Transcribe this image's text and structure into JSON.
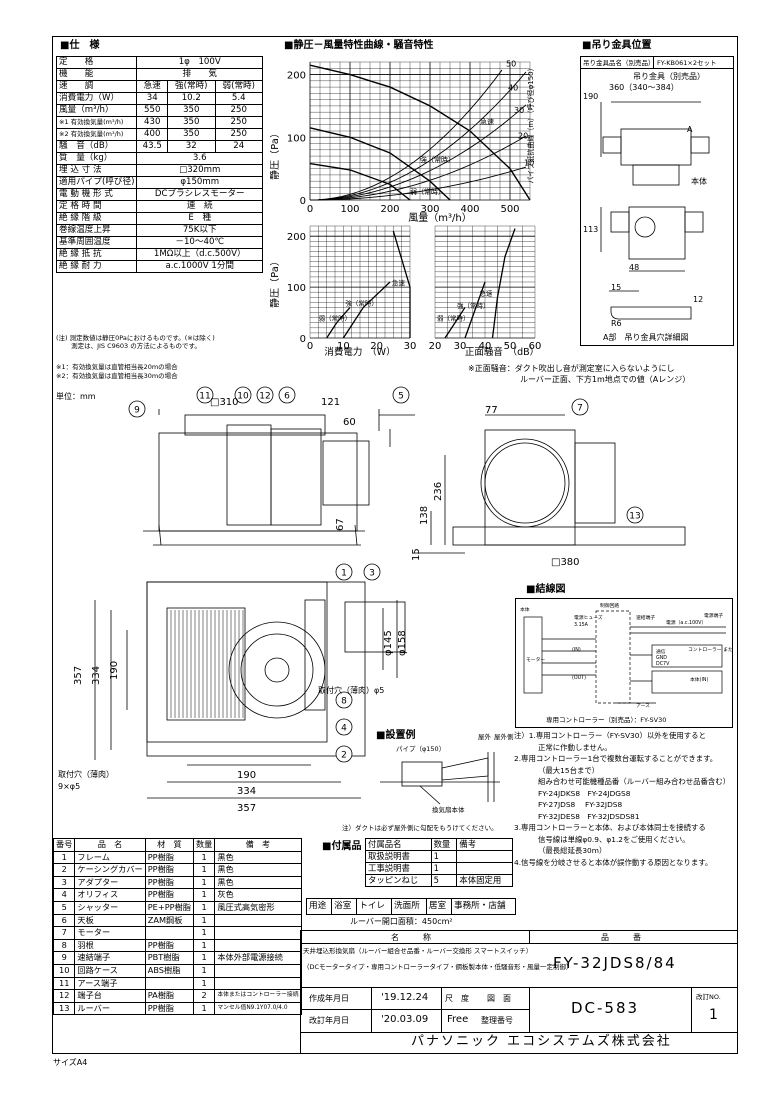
{
  "sections": {
    "spec_title": "■仕　様",
    "chart_title": "■静圧－風量特性曲線・騒音特性",
    "hanger_title": "■吊り金具位置",
    "wiring_title": "■結線図",
    "install_title": "■設置例",
    "accessory_title": "■付属品",
    "unit": "単位：mm",
    "size": "サイズA4"
  },
  "spec_rows": [
    {
      "label": "定　　格",
      "values": [
        "1φ　100V"
      ]
    },
    {
      "label": "機　　能",
      "values": [
        "排　　気"
      ]
    },
    {
      "label": "速　　調",
      "values": [
        "急速",
        "強(常時)",
        "弱(常時)"
      ]
    },
    {
      "label": "消費電力（W）",
      "values": [
        "34",
        "10.2",
        "5.4"
      ]
    },
    {
      "label": "風量（m³/h）",
      "values": [
        "550",
        "350",
        "250"
      ]
    },
    {
      "label": "※1 有効換気量(m³/h)",
      "values": [
        "430",
        "350",
        "250"
      ]
    },
    {
      "label": "※2 有効換気量(m³/h)",
      "values": [
        "400",
        "350",
        "250"
      ]
    },
    {
      "label": "騒　音（dB）",
      "values": [
        "43.5",
        "32",
        "24"
      ]
    },
    {
      "label": "質　量（kg）",
      "values": [
        "3.6"
      ]
    },
    {
      "label": "埋 込 寸 法",
      "values": [
        "□320mm"
      ]
    },
    {
      "label": "適用パイプ(呼び径)",
      "values": [
        "φ150mm"
      ]
    },
    {
      "label": "電 動 機 形 式",
      "values": [
        "DCブラシレスモーター"
      ]
    },
    {
      "label": "定 格 時 間",
      "values": [
        "連　続"
      ]
    },
    {
      "label": "絶 縁 階 級",
      "values": [
        "E　種"
      ]
    },
    {
      "label": "巻線温度上昇",
      "values": [
        "75K以下"
      ]
    },
    {
      "label": "基準周囲温度",
      "values": [
        "－10～40℃"
      ]
    },
    {
      "label": "絶 縁 抵 抗",
      "values": [
        "1MΩ以上（d.c.500V）"
      ]
    },
    {
      "label": "絶 縁 耐 力",
      "values": [
        "a.c.1000V 1分間"
      ]
    }
  ],
  "spec_notes": [
    "(注) 測定数値は静圧0Paにおけるものです。(※は除く)",
    "　　 測定は、JIS C9603 の方法によるものです。",
    "※1：有効換気量は直管相当長20mの場合",
    "※2：有効換気量は直管相当長30mの場合"
  ],
  "main_chart": {
    "ylabel": "静圧（Pa）",
    "xlabel": "風量（m³/h）",
    "x_ticks": [
      "0",
      "100",
      "200",
      "300",
      "400",
      "500"
    ],
    "y_ticks": [
      "0",
      "100",
      "200"
    ],
    "curve_labels": [
      "急速",
      "強（常時）",
      "弱（常時）"
    ],
    "pipe_values": [
      "50",
      "40",
      "30",
      "20",
      "10"
    ],
    "pipe_label": "パイプ抵抗曲線（m）（呼び径φ150）"
  },
  "chart_data": [
    {
      "type": "line",
      "title": "静圧－風量特性曲線",
      "xlabel": "風量（m³/h）",
      "ylabel": "静圧（Pa）",
      "xlim": [
        0,
        550
      ],
      "ylim": [
        0,
        220
      ],
      "series": [
        {
          "name": "急速",
          "x": [
            0,
            100,
            200,
            300,
            400,
            500,
            550
          ],
          "y": [
            215,
            200,
            180,
            150,
            110,
            50,
            0
          ]
        },
        {
          "name": "強（常時）",
          "x": [
            0,
            100,
            200,
            300,
            350
          ],
          "y": [
            115,
            100,
            75,
            30,
            0
          ]
        },
        {
          "name": "弱（常時）",
          "x": [
            0,
            100,
            200,
            250
          ],
          "y": [
            58,
            48,
            25,
            0
          ]
        }
      ]
    },
    {
      "type": "line",
      "title": "消費電力",
      "xlabel": "消費電力（W）",
      "ylabel": "静圧（Pa）",
      "xlim": [
        0,
        30
      ],
      "ylim": [
        0,
        220
      ],
      "x_ticks": [
        "0",
        "10",
        "20",
        "30"
      ],
      "y_ticks": [
        "0",
        "100",
        "200"
      ],
      "series": [
        {
          "name": "急速",
          "x": [
            34,
            30,
            25
          ],
          "y": [
            0,
            100,
            210
          ]
        },
        {
          "name": "強（常時）",
          "x": [
            10,
            16,
            24
          ],
          "y": [
            0,
            60,
            110
          ]
        },
        {
          "name": "弱（常時）",
          "x": [
            5,
            8,
            12
          ],
          "y": [
            0,
            30,
            60
          ]
        }
      ]
    },
    {
      "type": "line",
      "title": "正面騒音",
      "xlabel": "正面騒音（dB）",
      "ylabel": "静圧（Pa）",
      "xlim": [
        20,
        60
      ],
      "ylim": [
        0,
        220
      ],
      "x_ticks": [
        "20",
        "30",
        "40",
        "50",
        "60"
      ],
      "series": [
        {
          "name": "急速",
          "x": [
            43,
            45,
            48,
            52
          ],
          "y": [
            0,
            80,
            160,
            215
          ]
        },
        {
          "name": "強（常時）",
          "x": [
            32,
            36,
            40
          ],
          "y": [
            0,
            55,
            110
          ]
        },
        {
          "name": "弱（常時）",
          "x": [
            24,
            28,
            32
          ],
          "y": [
            0,
            30,
            60
          ]
        }
      ]
    }
  ],
  "sub_charts": {
    "power_xlabel": "消費電力　（W）",
    "noise_xlabel": "正面騒音　（dB）",
    "ylabel": "静圧（Pa）",
    "noise_note_1": "※正面騒音：ダクト吹出し音が測定室に入らないようにし",
    "noise_note_2": "ルーバー正面、下方1m地点での値（Aレンジ）"
  },
  "hanger": {
    "header_left": "吊り金具品名（別売品）",
    "header_right": "FY-KB061×2セット",
    "hanger_label": "吊り金具（別売品）",
    "dim_main": "360（340～384）",
    "dim_190": "190",
    "dim_113": "113",
    "dim_48": "48",
    "dim_15": "15",
    "dim_12": "12",
    "dim_r6": "R6",
    "body": "本体",
    "detail": "A部　吊り金具穴詳細図",
    "pipe_label": "A"
  },
  "drawing_dims": {
    "d310": "□310",
    "d121": "121",
    "d60": "60",
    "d67": "67",
    "d77": "77",
    "d236": "236",
    "d138": "138",
    "d15": "15",
    "d380": "□380",
    "d357v": "357",
    "d334v": "334",
    "d190v": "190",
    "d145": "φ145",
    "d158": "φ158",
    "d190h": "190",
    "d334h": "334",
    "d357h": "357",
    "hole5": "取付穴（薄肉）φ5",
    "hole_left_1": "取付穴（薄肉）",
    "hole_left_2": "9×φ5",
    "callouts": [
      "1",
      "2",
      "3",
      "4",
      "5",
      "6",
      "7",
      "8",
      "9",
      "10",
      "11",
      "12",
      "13"
    ]
  },
  "wiring": {
    "labels": [
      "本体",
      "制御回路",
      "電源ヒューズ",
      "3.15A",
      "速結端子",
      "電源（a.c.100V）",
      "電源端子",
      "モーター",
      "(IN)",
      "(OUT)",
      "通信",
      "GND",
      "DC7V",
      "コントローラー または 本体(OUT)",
      "本体(IN)",
      "アース"
    ],
    "caption": "専用コントローラー（別売品）：FY-SV30"
  },
  "notes": [
    "注）1.専用コントローラー（FY-SV30）以外を使用すると",
    "正常に作動しません。",
    "2.専用コントローラー1台で複数台運転することができます。",
    "（最大15台まで）",
    "組み合わせ可能機種品番（ルーバー組み合わせ品番含む）",
    "FY-24JDKS8　FY-24JDGS8",
    "FY-27JDS8　 FY-32JDS8",
    "FY-32JDES8　FY-32JDSDS81",
    "3.専用コントローラーと本体、および本体同士を接続する",
    "信号線は単線φ0.9、φ1.2をご使用ください。",
    "（最長総延長30m）",
    "4.信号線を分岐させると本体が誤作動する原因となります。"
  ],
  "install": {
    "pipe": "パイプ（φ150）",
    "outer_a": "屋外",
    "outer_b": "屋外側",
    "body": "換気扇本体",
    "note": "注）ダクトは必ず屋外側に勾配をもうけてください。"
  },
  "parts_header": [
    "番号",
    "品　名",
    "材　質",
    "数量",
    "備　考"
  ],
  "parts": [
    [
      "1",
      "フレーム",
      "PP樹脂",
      "1",
      "黒色"
    ],
    [
      "2",
      "ケーシングカバー",
      "PP樹脂",
      "1",
      "黒色"
    ],
    [
      "3",
      "アダプター",
      "PP樹脂",
      "1",
      "黒色"
    ],
    [
      "4",
      "オリフィス",
      "PP樹脂",
      "1",
      "灰色"
    ],
    [
      "5",
      "シャッター",
      "PE+PP樹脂",
      "1",
      "風圧式高気密形"
    ],
    [
      "6",
      "天板",
      "ZAM鋼板",
      "1",
      ""
    ],
    [
      "7",
      "モーター",
      "",
      "1",
      ""
    ],
    [
      "8",
      "羽根",
      "PP樹脂",
      "1",
      ""
    ],
    [
      "9",
      "速結端子",
      "PBT樹脂",
      "1",
      "本体外部電源接続"
    ],
    [
      "10",
      "回路ケース",
      "ABS樹脂",
      "1",
      ""
    ],
    [
      "11",
      "アース端子",
      "",
      "1",
      ""
    ],
    [
      "12",
      "端子台",
      "PA樹脂",
      "2",
      "本体またはコントローラー接続"
    ],
    [
      "13",
      "ルーバー",
      "PP樹脂",
      "1",
      "マンセル值N9.1Y07.0/4.0"
    ]
  ],
  "accessory_header": [
    "付属品名",
    "数量",
    "備考"
  ],
  "accessories": [
    [
      "取扱説明書",
      "1",
      ""
    ],
    [
      "工事説明書",
      "1",
      ""
    ],
    [
      "タッピンねじ",
      "5",
      "本体固定用"
    ]
  ],
  "usage": [
    "用途",
    "浴室",
    "トイレ",
    "洗面所",
    "居室",
    "事務所・店舗"
  ],
  "louver_area": "ルーバー開口面積：450cm²",
  "title_block": {
    "name_header": "名　　　称",
    "code_header": "品　　　番",
    "name_1": "天井埋込形換気扇（ルーバー組合せ品番・ルーバー交換形 スマートスイッチ）",
    "name_2": "（DCモータータイプ・専用コントローラータイプ・鋼板製本体・低騒音形・風量一定制御）",
    "code": "FY-32JDS8/84",
    "created_label": "作成年月日",
    "created": "'19.12.24",
    "scale_label": "尺　度",
    "scale_value": "図　面",
    "revised_label": "改訂年月日",
    "revised": "'20.03.09",
    "free": "Free",
    "mgmt": "整理番号",
    "drawing_no": "DC-583",
    "rev_label": "改訂NO.",
    "rev": "1",
    "company": "パナソニック エコシステムズ株式会社"
  }
}
